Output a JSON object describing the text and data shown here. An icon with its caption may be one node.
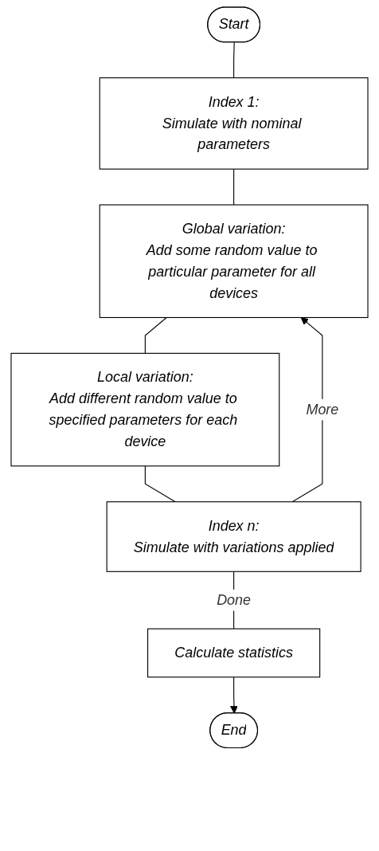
{
  "diagram": {
    "nodes": [
      {
        "text": [
          "Start"
        ]
      },
      {
        "text": [
          "Index 1:",
          "Simulate with nominal parameters"
        ]
      },
      {
        "text": [
          "Global variation:",
          "Add some random value to particular parameter for all devices"
        ]
      },
      {
        "text": [
          "Local variation:",
          "Add different random value to specified parameters for each device"
        ]
      },
      {
        "text": [
          "Index n:",
          "Simulate with variations applied"
        ]
      },
      {
        "text": [
          "Calculate statistics"
        ]
      },
      {
        "text": [
          "End"
        ]
      }
    ],
    "edges": [
      {
        "from": 0,
        "to": 1,
        "arrow": "none"
      },
      {
        "from": 1,
        "to": 2,
        "arrow": "none"
      },
      {
        "from": 2,
        "to": 3,
        "arrow": "none"
      },
      {
        "from": 3,
        "to": 4,
        "arrow": "none"
      },
      {
        "from": 4,
        "to": 2,
        "label": "More",
        "arrow": "to"
      },
      {
        "from": 4,
        "to": 5,
        "label": "Done",
        "arrow": "none"
      },
      {
        "from": 5,
        "to": 6,
        "arrow": "to"
      }
    ]
  }
}
